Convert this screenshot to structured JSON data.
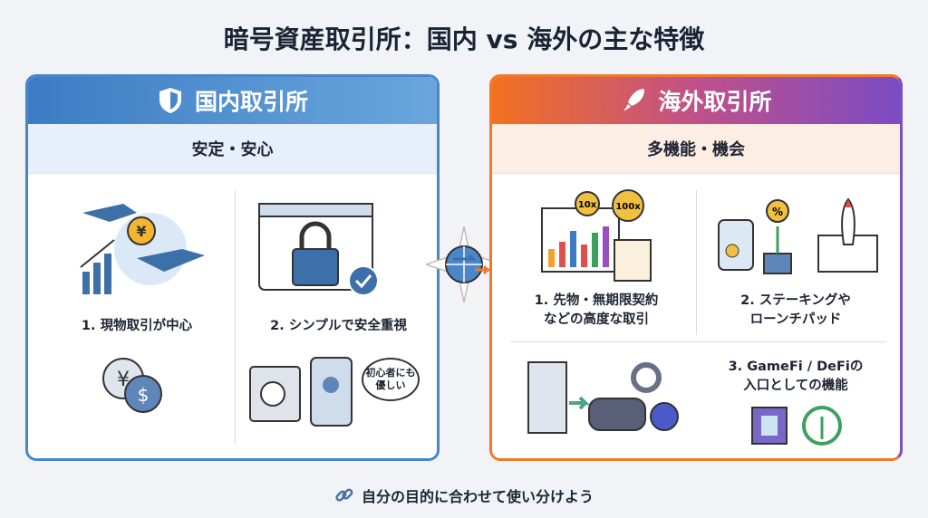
{
  "title": "暗号資産取引所：国内 vs 海外の主な特徴",
  "domestic": {
    "header": "国内取引所",
    "subtitle": "安定・安心",
    "items": [
      "1. 現物取引が中心",
      "2. シンプルで安全重視"
    ],
    "bubble": "初心者にも優しい"
  },
  "overseas": {
    "header": "海外取引所",
    "subtitle": "多機能・機会",
    "items": [
      [
        "1. 先物・無期限契約",
        "などの高度な取引"
      ],
      [
        "2. ステーキングや",
        "ローンチパッド"
      ],
      [
        "3. GameFi / DeFiの",
        "入口としての機能"
      ]
    ],
    "bubbles": [
      "10x",
      "100x"
    ]
  },
  "footer": "自分の目的に合わせて使い分けよう",
  "colors": {
    "blue": "#4a86c8",
    "orange": "#f07a2c",
    "purple": "#7a4fc0"
  }
}
